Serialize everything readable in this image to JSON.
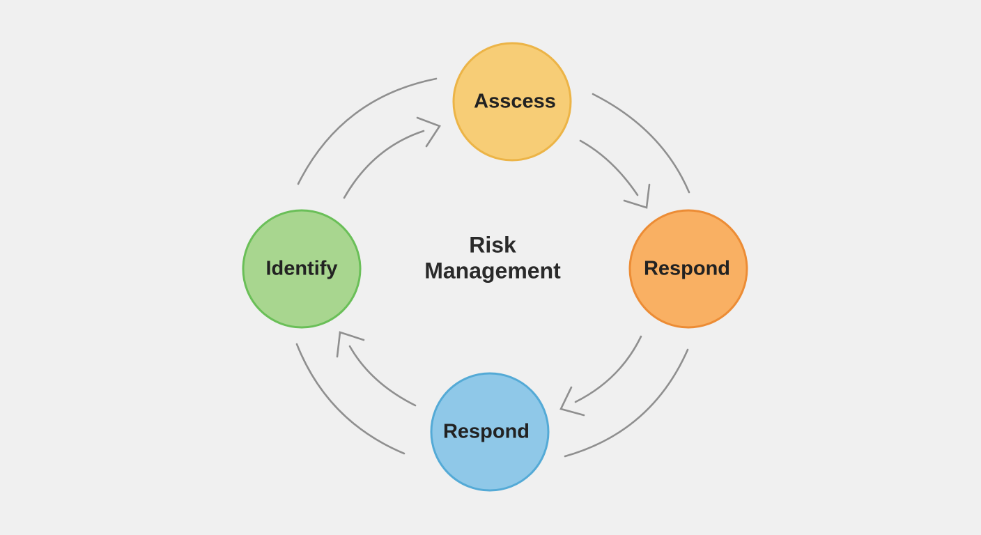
{
  "diagram": {
    "title_lines": [
      "Risk",
      "Management"
    ],
    "nodes": [
      {
        "id": "assess",
        "label": "Asscess",
        "position": "top",
        "fill": "#f7cd76",
        "stroke": "#ecb447"
      },
      {
        "id": "respond-right",
        "label": "Respond",
        "position": "right",
        "fill": "#f9b063",
        "stroke": "#ec8c35"
      },
      {
        "id": "respond-bottom",
        "label": "Respond",
        "position": "bottom",
        "fill": "#8fc8e8",
        "stroke": "#54aad6"
      },
      {
        "id": "identify",
        "label": "Identify",
        "position": "left",
        "fill": "#a8d68f",
        "stroke": "#6abf58"
      }
    ],
    "edges": [
      {
        "from": "identify",
        "to": "assess",
        "direction": "clockwise"
      },
      {
        "from": "assess",
        "to": "respond-right",
        "direction": "clockwise"
      },
      {
        "from": "respond-right",
        "to": "respond-bottom",
        "direction": "clockwise"
      },
      {
        "from": "respond-bottom",
        "to": "identify",
        "direction": "clockwise"
      }
    ],
    "arrow_color": "#8f8f8f",
    "background": "#f0f0f0"
  }
}
